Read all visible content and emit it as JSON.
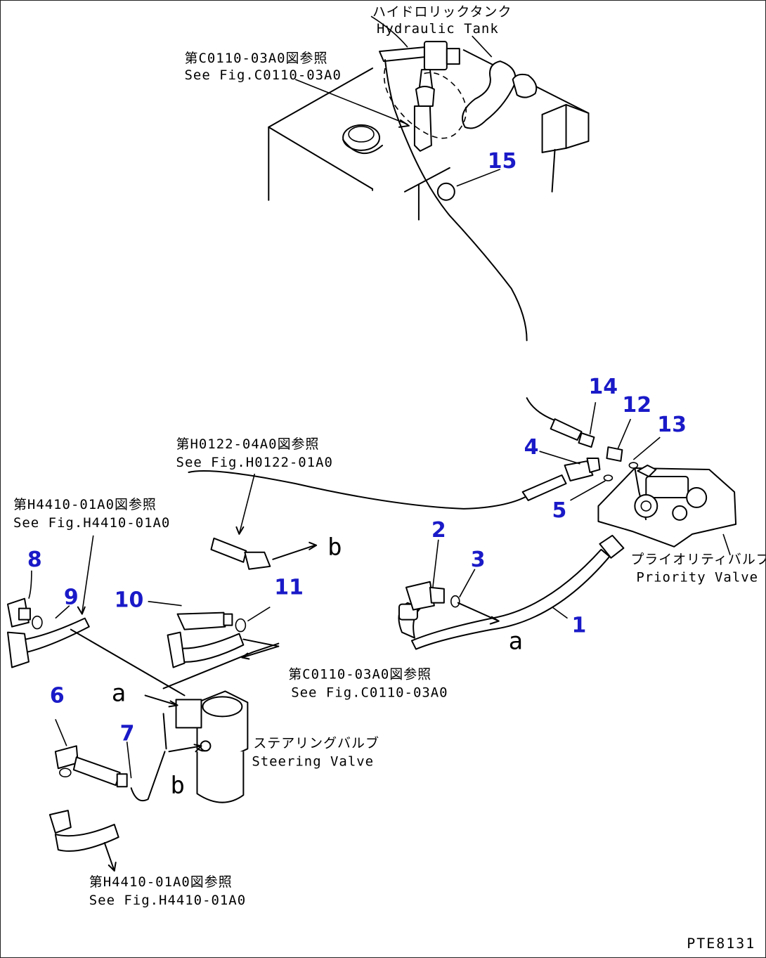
{
  "labels": {
    "tank_jp": "ハイドロリックタンク",
    "tank_en": "Hydraulic Tank",
    "ref1_jp": "第C0110-03A0図参照",
    "ref1_en": "See Fig.C0110-03A0",
    "ref2_jp": "第H0122-04A0図参照",
    "ref2_en": "See Fig.H0122-01A0",
    "ref3_jp": "第H4410-01A0図参照",
    "ref3_en": "See Fig.H4410-01A0",
    "priority_jp": "プライオリティバルブ",
    "priority_en": "Priority Valve",
    "ref4_jp": "第C0110-03A0図参照",
    "ref4_en": "See Fig.C0110-03A0",
    "steering_jp": "ステアリングバルブ",
    "steering_en": "Steering Valve",
    "ref5_jp": "第H4410-01A0図参照",
    "ref5_en": "See Fig.H4410-01A0",
    "letter_a": "a",
    "letter_b": "b",
    "code": "PTE8131"
  },
  "callouts": [
    "1",
    "2",
    "3",
    "4",
    "5",
    "6",
    "7",
    "8",
    "9",
    "10",
    "11",
    "12",
    "13",
    "14",
    "15"
  ]
}
